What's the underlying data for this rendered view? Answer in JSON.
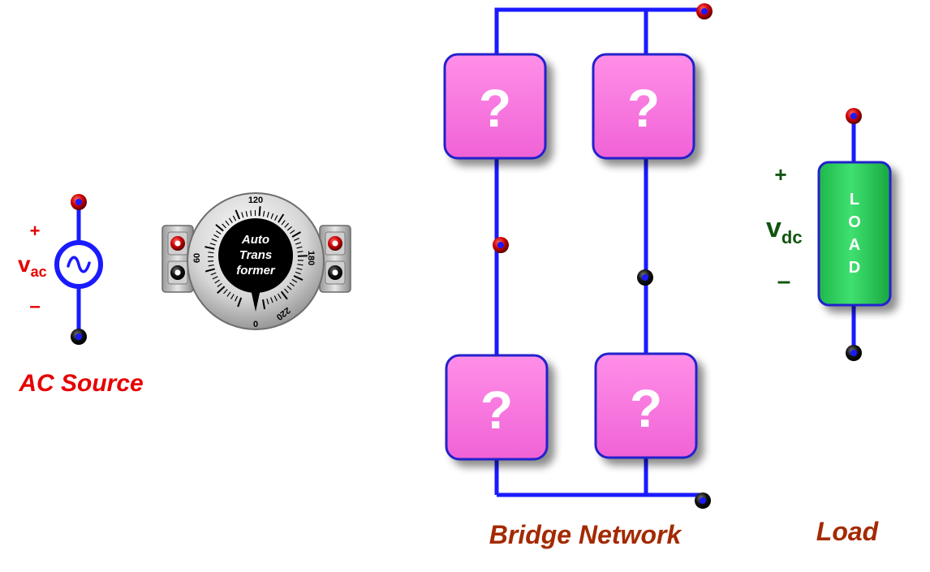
{
  "source": {
    "caption": "AC Source",
    "plus": "+",
    "minus": "–",
    "voltage_main": "v",
    "voltage_sub": "ac"
  },
  "autotransformer": {
    "label_line1": "Auto",
    "label_line2": "Trans",
    "label_line3": "former",
    "scale_top": "120",
    "scale_left": "60",
    "scale_right": "180",
    "scale_bottom_right": "220",
    "scale_bottom": "0"
  },
  "bridge": {
    "caption": "Bridge Network",
    "unknown_symbol": "?"
  },
  "load": {
    "caption": "Load",
    "box_letters": [
      "L",
      "O",
      "A",
      "D"
    ],
    "plus": "+",
    "minus": "–",
    "voltage_main": "v",
    "voltage_sub": "dc"
  },
  "colors": {
    "wire": "#1a1aff",
    "terminal_red": "#cc0000",
    "terminal_black": "#111111",
    "bridge_block": "#ff77e0",
    "load_box": "#22cc55",
    "source_caption": "#e60000",
    "bridge_caption": "#a32a00",
    "load_voltage": "#115511"
  }
}
